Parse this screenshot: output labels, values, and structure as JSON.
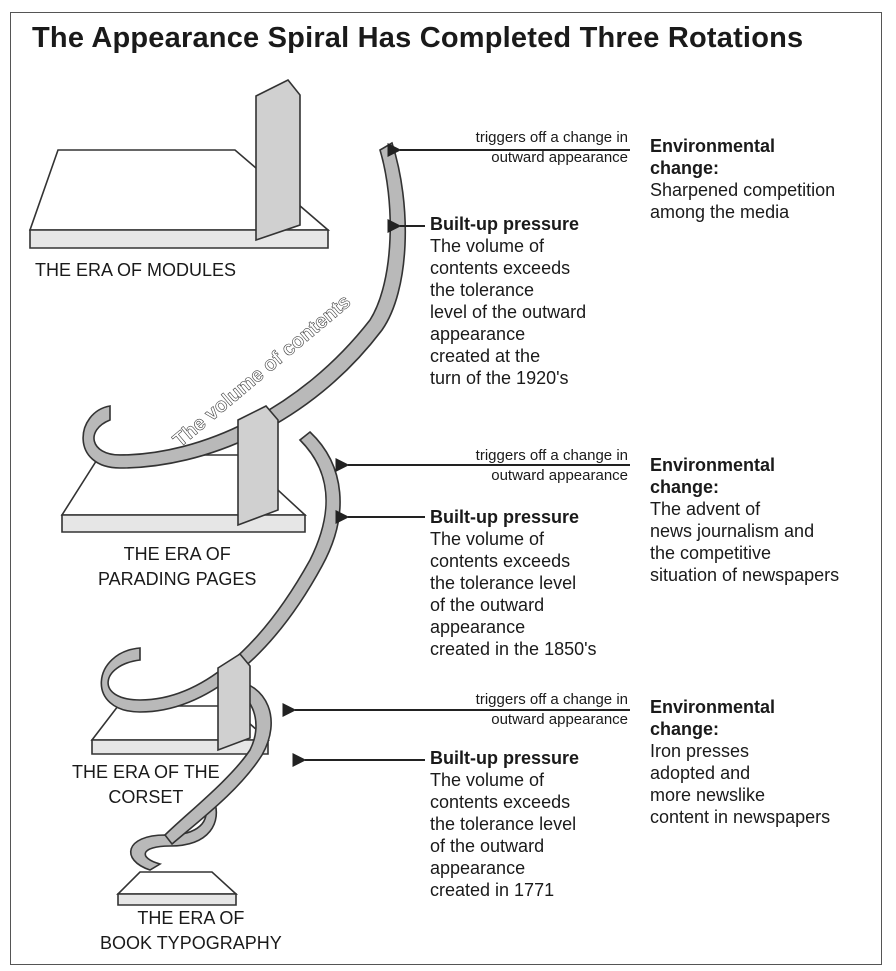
{
  "title": "The Appearance Spiral Has Completed Three Rotations",
  "ribbon_label": "The volume of contents",
  "eras": [
    {
      "lines": [
        "THE ERA OF MODULES"
      ]
    },
    {
      "lines": [
        "THE ERA OF",
        "PARADING PAGES"
      ]
    },
    {
      "lines": [
        "THE ERA OF THE",
        "CORSET"
      ]
    },
    {
      "lines": [
        "THE ERA OF",
        "BOOK TYPOGRAPHY"
      ]
    }
  ],
  "triggers": [
    {
      "lines": [
        "triggers off a change in",
        "outward appearance"
      ]
    },
    {
      "lines": [
        "triggers off a change in",
        "outward appearance"
      ]
    },
    {
      "lines": [
        "triggers off a change in",
        "outward appearance"
      ]
    }
  ],
  "pressures": [
    {
      "head": "Built-up pressure",
      "lines": [
        "The volume of",
        "contents exceeds",
        "the tolerance",
        "level of the outward",
        "appearance",
        "created at the",
        "turn of the 1920's"
      ]
    },
    {
      "head": "Built-up pressure",
      "lines": [
        "The volume of",
        "contents exceeds",
        "the tolerance level",
        "of the outward",
        "appearance",
        "created in the 1850's"
      ]
    },
    {
      "head": "Built-up pressure",
      "lines": [
        "The volume of",
        "contents exceeds",
        " the tolerance level",
        "of the outward",
        "appearance",
        "created in 1771"
      ]
    }
  ],
  "environments": [
    {
      "head": "Environmental",
      "lines": [
        "change:",
        "Sharpened competition",
        "among the media"
      ]
    },
    {
      "head": "Environmental",
      "lines": [
        "change:",
        "The advent of",
        "news journalism and",
        " the competitive",
        "situation of newspapers"
      ]
    },
    {
      "head": "Environmental",
      "lines": [
        "change:",
        "Iron presses",
        "adopted and",
        "more newslike",
        "content in newspapers"
      ]
    }
  ]
}
